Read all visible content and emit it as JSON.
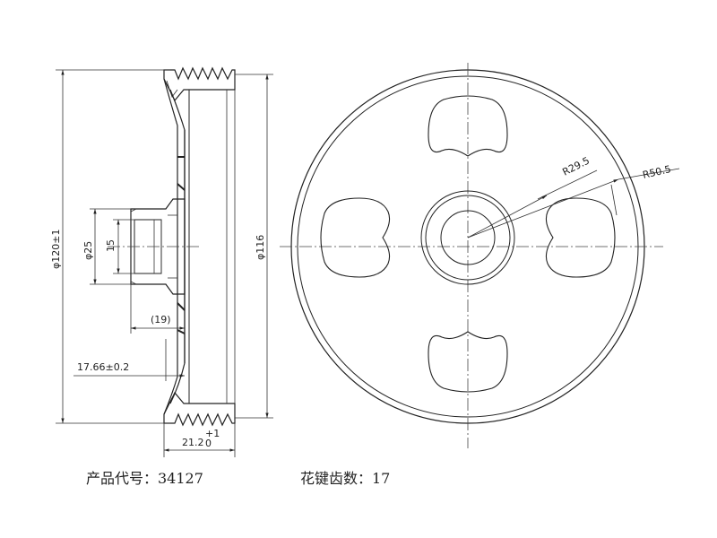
{
  "dimensions": {
    "outer_diameter": "φ120±1",
    "hub_diameter": "φ25",
    "bore": "15",
    "groove_diameter": "φ116",
    "offset_19": "(19)",
    "offset_1766": "17.66±0.2",
    "width_main": "21.2",
    "width_tol_upper": "+1",
    "width_tol_lower": "0",
    "radius_inner": "R29.5",
    "radius_outer": "R50.5"
  },
  "captions": {
    "product_code": "产品代号：34127",
    "spline_teeth": "花键齿数：17"
  }
}
